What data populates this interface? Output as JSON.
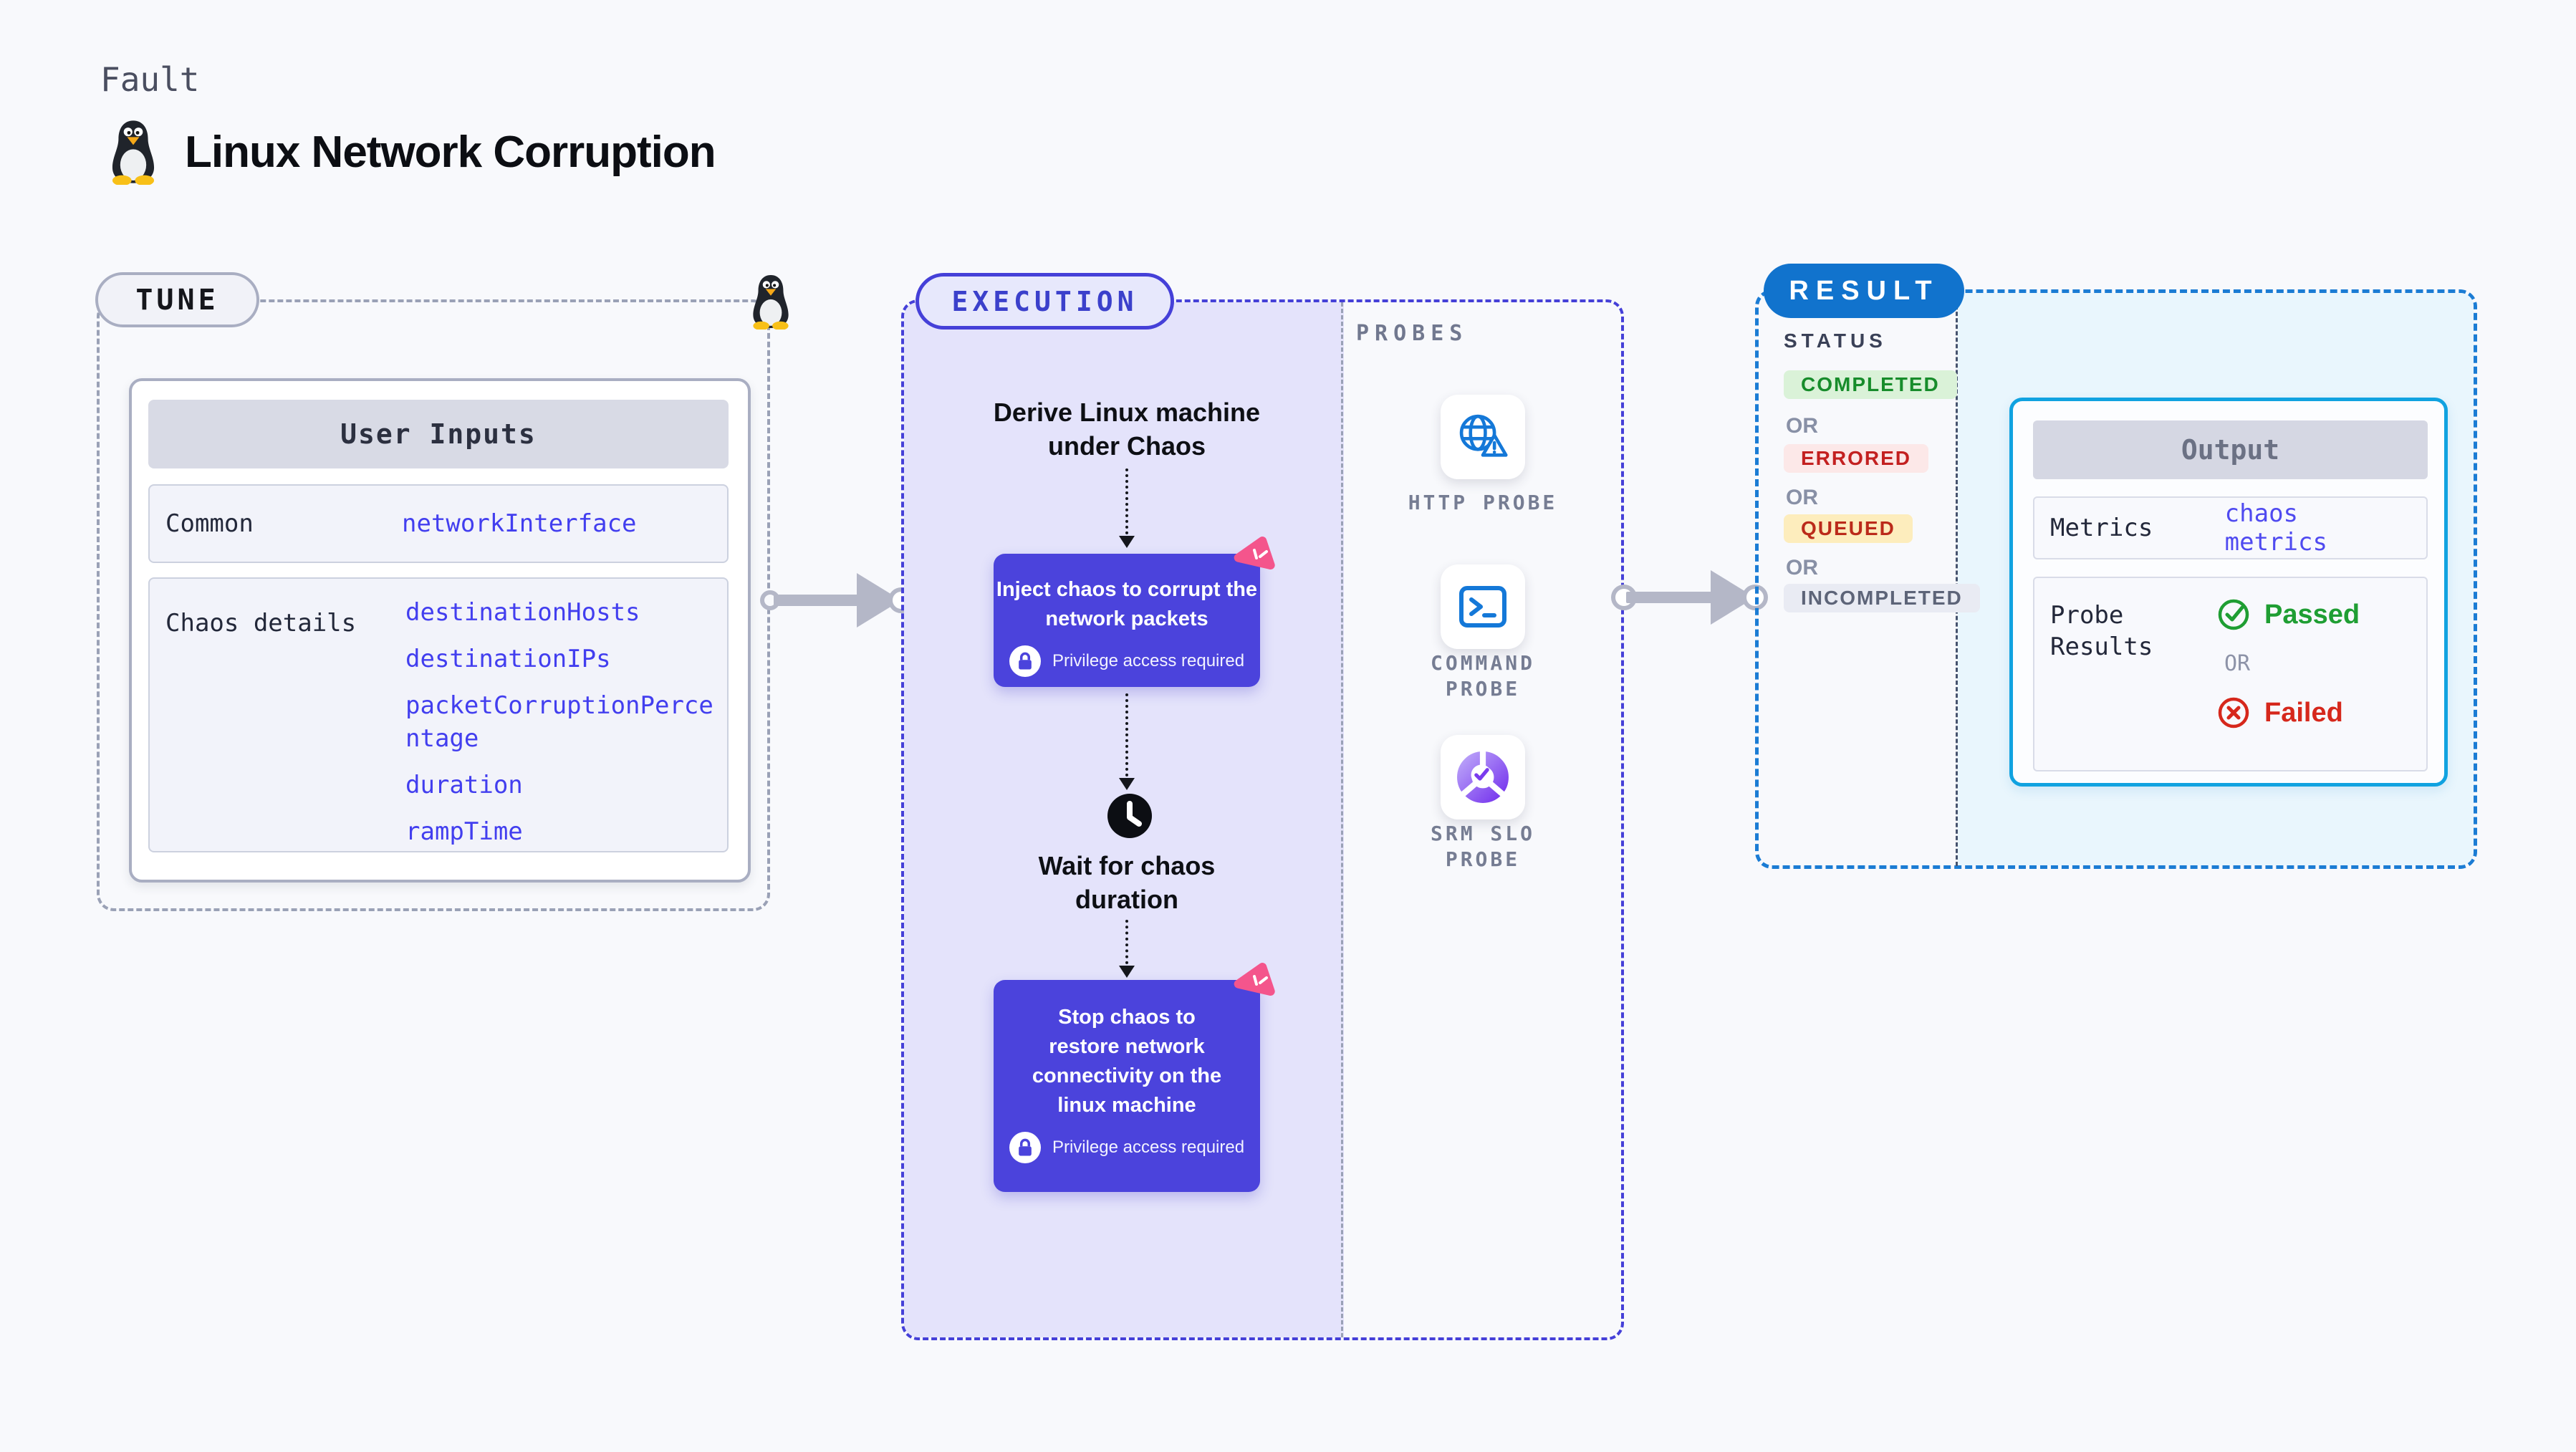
{
  "header": {
    "kind_label": "Fault",
    "title": "Linux Network Corruption",
    "icon": "tux-penguin-icon"
  },
  "tune": {
    "badge": "TUNE",
    "corner_icon": "tux-penguin-icon",
    "user_inputs": {
      "title": "User Inputs",
      "rows": [
        {
          "label": "Common",
          "values": [
            "networkInterface"
          ]
        },
        {
          "label": "Chaos details",
          "values": [
            "destinationHosts",
            "destinationIPs",
            "packetCorruptionPercentage",
            "duration",
            "rampTime"
          ]
        }
      ]
    }
  },
  "execution": {
    "badge": "EXECUTION",
    "derive_lines": [
      "Derive Linux machine",
      "under Chaos"
    ],
    "inject": {
      "lines": [
        "Inject chaos to corrupt the",
        "network packets"
      ],
      "privilege": "Privilege access required",
      "decoration": "chaos-pink-icon"
    },
    "wait_lines": [
      "Wait for chaos",
      "duration"
    ],
    "wait_icon": "clock-icon",
    "stop": {
      "lines": [
        "Stop chaos to",
        "restore network",
        "connectivity on the",
        "linux machine"
      ],
      "privilege": "Privilege access required",
      "decoration": "chaos-pink-icon"
    }
  },
  "probes": {
    "label": "PROBES",
    "items": [
      {
        "label": "HTTP PROBE",
        "icon": "globe-alert-icon"
      },
      {
        "label": "COMMAND PROBE",
        "icon": "terminal-icon"
      },
      {
        "label": "SRM SLO PROBE",
        "icon": "slo-donut-icon"
      }
    ]
  },
  "result": {
    "badge": "RESULT",
    "status": {
      "label": "STATUS",
      "separator": "OR",
      "options": [
        {
          "label": "COMPLETED",
          "text_color": "#178c2b",
          "bg_color": "#daf2d8"
        },
        {
          "label": "ERRORED",
          "text_color": "#c32020",
          "bg_color": "#fce8e8"
        },
        {
          "label": "QUEUED",
          "text_color": "#bb2a1a",
          "bg_color": "#fdedbd"
        },
        {
          "label": "INCOMPLETED",
          "text_color": "#5d6478",
          "bg_color": "#e9ebf3"
        }
      ]
    },
    "output": {
      "title": "Output",
      "metrics_label": "Metrics",
      "metrics_value": "chaos metrics",
      "probe_results_label": "Probe Results",
      "separator": "OR",
      "passed_label": "Passed",
      "failed_label": "Failed",
      "passed_color": "#1f9e33",
      "failed_color": "#d6281c"
    }
  },
  "colors": {
    "page_bg": "#f8f9fc",
    "exec_fill": "#e4e3fb",
    "exec_accent": "#4540d8",
    "chaos_box": "#4b43dc",
    "result_accent": "#1b7cd4",
    "result_fill": "#e9f6fd",
    "output_border": "#10a2e0",
    "value_link": "#423eef",
    "connector": "#b4b7c7",
    "pink_decoration": "#f4558c",
    "probe_icon_blue": "#1478d8"
  }
}
